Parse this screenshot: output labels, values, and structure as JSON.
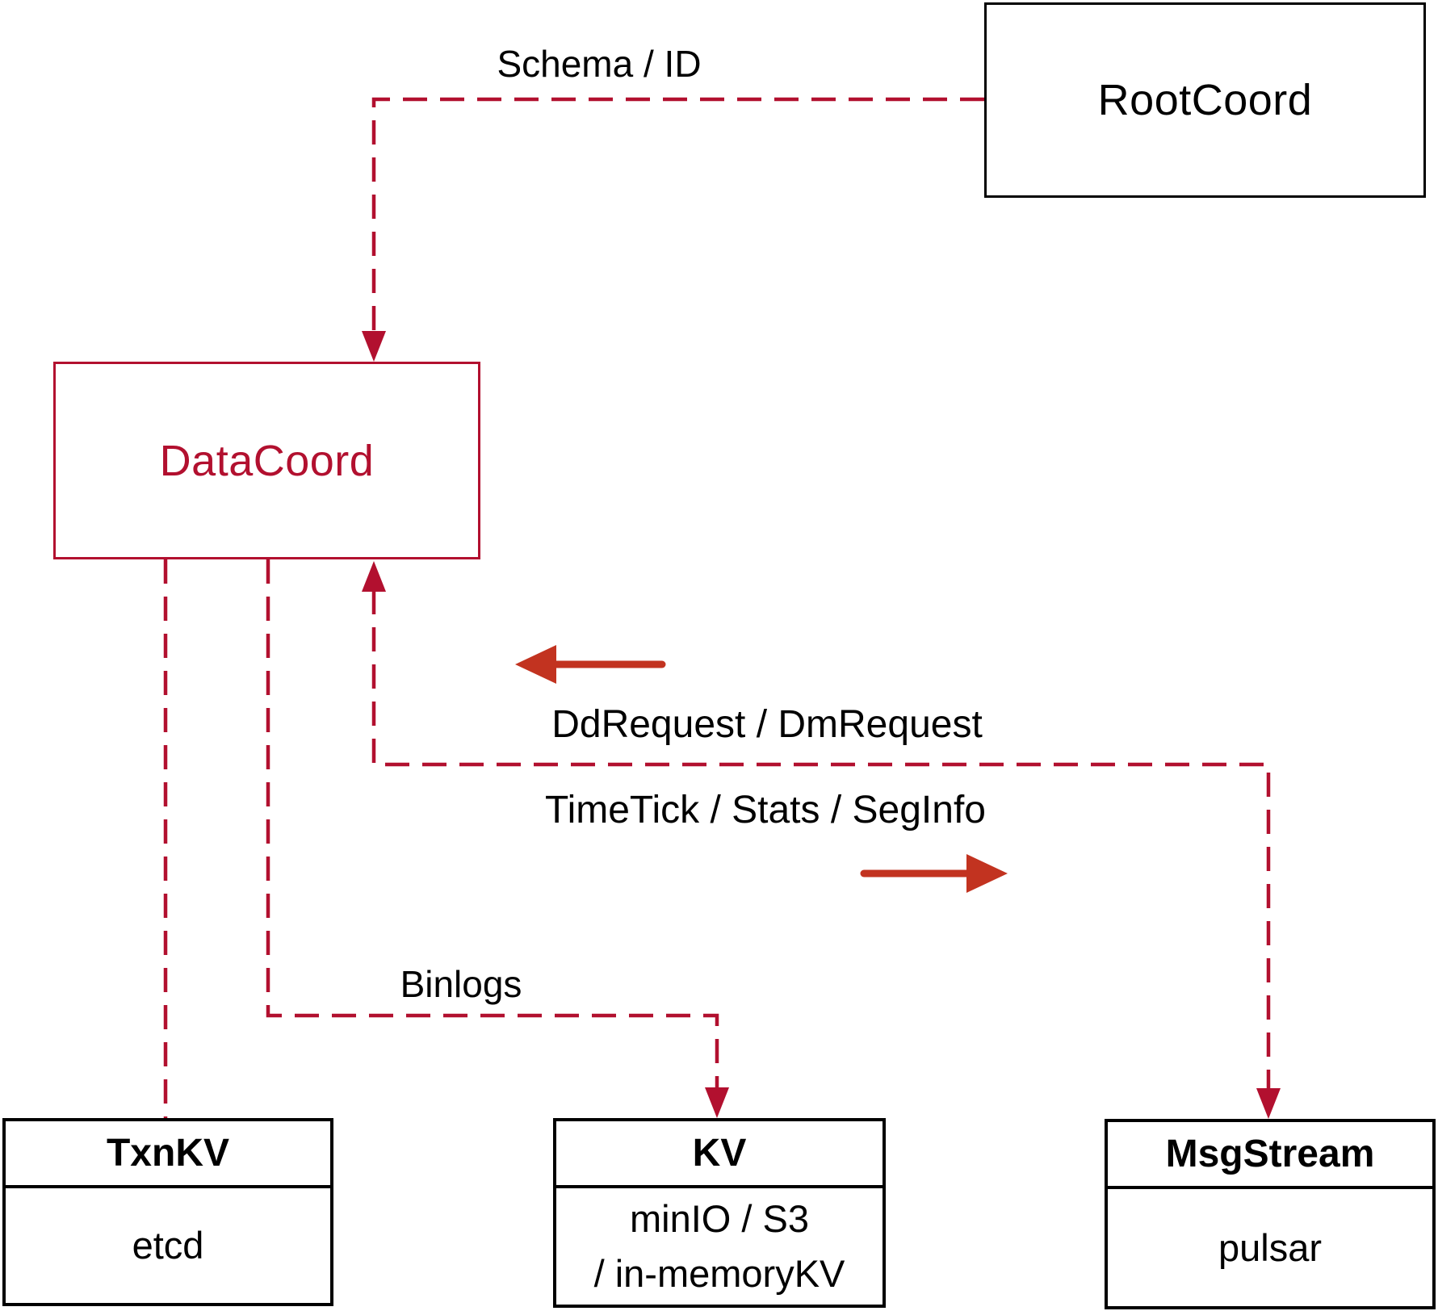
{
  "diagram": {
    "nodes": {
      "rootcoord": {
        "label": "RootCoord"
      },
      "datacoord": {
        "label": "DataCoord"
      },
      "txnkv": {
        "title": "TxnKV",
        "body": "etcd"
      },
      "kv": {
        "title": "KV",
        "body_line1": "minIO / S3",
        "body_line2": "/ in-memoryKV"
      },
      "msgstream": {
        "title": "MsgStream",
        "body": "pulsar"
      }
    },
    "edges": {
      "schema_id": {
        "label": "Schema / ID"
      },
      "dd_request": {
        "label": "DdRequest / DmRequest"
      },
      "timetick": {
        "label": "TimeTick / Stats / SegInfo"
      },
      "binlogs": {
        "label": "Binlogs"
      }
    },
    "colors": {
      "edge_dashed": "#B2102F",
      "arrow_solid": "#C23320",
      "node_border": "#000000",
      "text": "#000000",
      "background": "#FFFFFF"
    }
  }
}
